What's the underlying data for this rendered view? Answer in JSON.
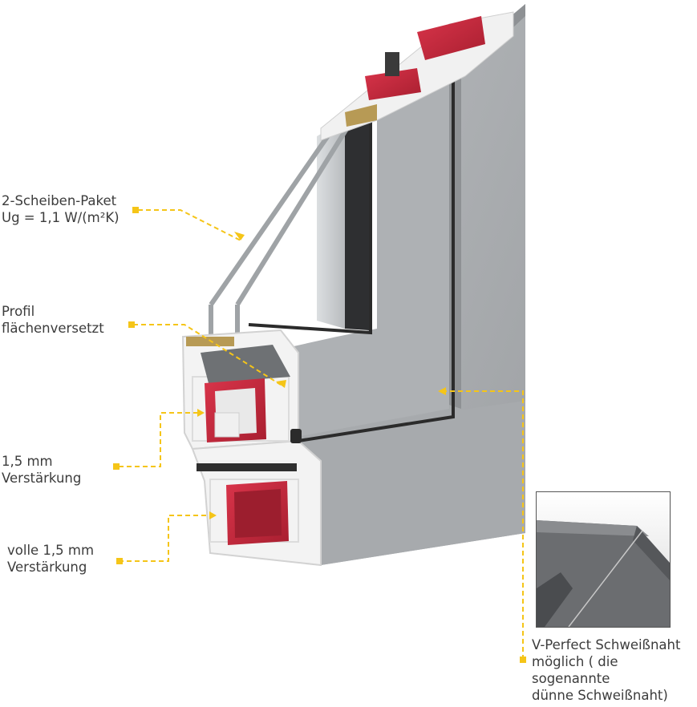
{
  "labels": {
    "glazing": {
      "line1": "2-Scheiben-Paket",
      "line2": "Ug = 1,1 W/(m²K)"
    },
    "profile": {
      "line1": "Profil",
      "line2": "flächenversetzt"
    },
    "reinforcement": {
      "line1": "1,5 mm",
      "line2": "Verstärkung"
    },
    "full_reinforcement": {
      "line1": "volle 1,5 mm",
      "line2": "Verstärkung"
    },
    "weld": {
      "line1": "V-Perfect Schweißnaht",
      "line2": "möglich ( die",
      "line3": "sogenannte",
      "line4": "dünne Schweißnaht)"
    }
  },
  "colors": {
    "accent": "#f5c518",
    "frame_gray": "#9a9da0",
    "frame_light": "#b4b7ba",
    "reinforcement_red": "#c8283a",
    "pvc_white": "#f2f2f2",
    "glass": "#c9ccce"
  }
}
